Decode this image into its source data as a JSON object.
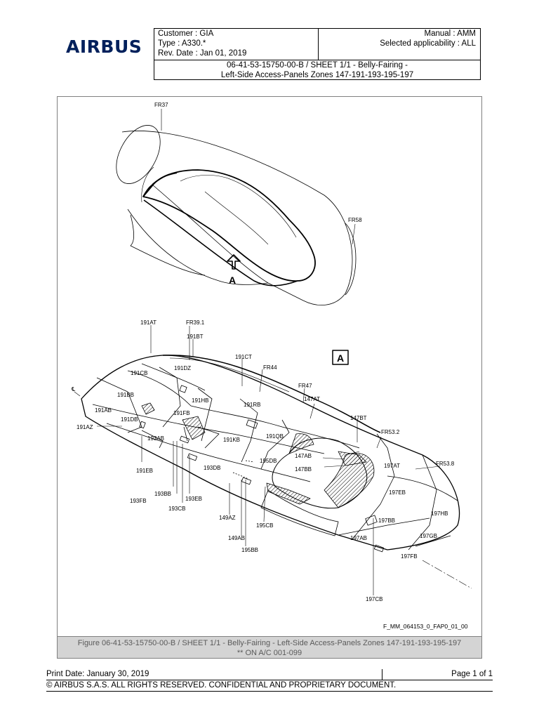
{
  "logo": {
    "text": "AIRBUS",
    "color": "#00205b"
  },
  "header": {
    "customer": "Customer : GIA",
    "type": "Type : A330.*",
    "rev_date": "Rev. Date : Jan 01, 2019",
    "manual": "Manual : AMM",
    "applicability": "Selected applicability : ALL",
    "title_line1": "06-41-53-15750-00-B / SHEET 1/1 - Belly-Fairing -",
    "title_line2": "Left-Side Access-Panels Zones 147-191-193-195-197"
  },
  "figure": {
    "view_arrow_label": "A",
    "view_box_label": "A",
    "centerline_mark": "℄",
    "top_view_labels": {
      "fr37": "FR37",
      "fr58": "FR58"
    },
    "detail_labels": {
      "fr39_1": "FR39.1",
      "fr44": "FR44",
      "fr47": "FR47",
      "fr53_2": "FR53.2",
      "fr53_8": "FR53.8",
      "p191at": "191AT",
      "p191bt": "191BT",
      "p191ct": "191CT",
      "p147at": "147AT",
      "p147bt": "147BT",
      "p191cb": "191CB",
      "p191dz": "191DZ",
      "p191bb": "191BB",
      "p191hb": "191HB",
      "p191rb": "191RB",
      "p191ab": "191AB",
      "p191fb": "191FB",
      "p191db": "191DB",
      "p191az": "191AZ",
      "p193ab": "193AB",
      "p191kb": "191KB",
      "p191qb": "191QB",
      "p147ab": "147AB",
      "p147bb": "147BB",
      "p197at": "197AT",
      "p191eb": "191EB",
      "p195db": "195DB",
      "p193db": "193DB",
      "p193bb": "193BB",
      "p193fb": "193FB",
      "p193eb": "193EB",
      "p193cb": "193CB",
      "p197eb": "197EB",
      "p197hb": "197HB",
      "p149az": "149AZ",
      "p195cb": "195CB",
      "p197bb": "197BB",
      "p197gb": "197GB",
      "p149ab": "149AB",
      "p197ab": "197AB",
      "p195bb": "195BB",
      "p197fb": "197FB",
      "p197cb": "197CB"
    },
    "reference_code": "F_MM_064153_0_FAP0_01_00",
    "caption_line1": "Figure 06-41-53-15750-00-B / SHEET 1/1 - Belly-Fairing - Left-Side Access-Panels Zones 147-191-193-195-197",
    "caption_line2": "** ON A/C 001-099"
  },
  "footer": {
    "print_date": "Print Date: January 30, 2019",
    "page": "Page 1 of 1",
    "copyright": "© AIRBUS S.A.S. ALL RIGHTS RESERVED. CONFIDENTIAL AND PROPRIETARY DOCUMENT."
  }
}
